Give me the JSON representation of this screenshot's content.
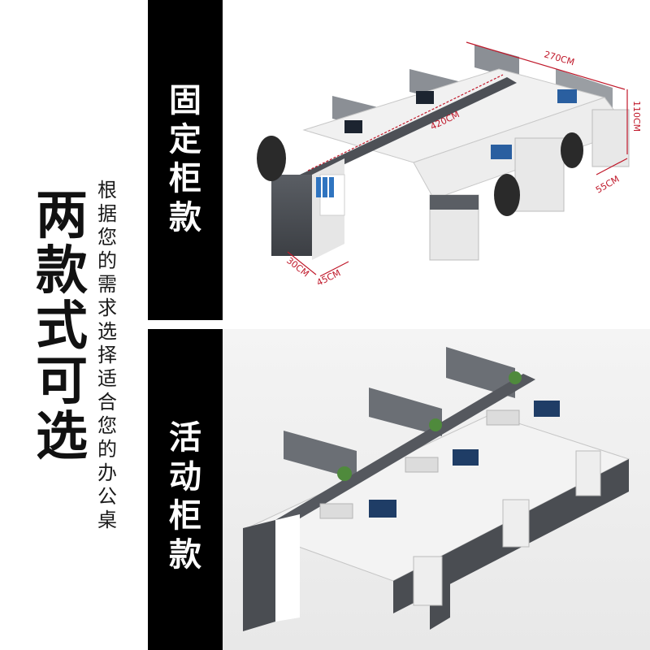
{
  "headline": [
    "两",
    "款",
    "式",
    "可",
    "选"
  ],
  "subline": [
    "根",
    "据",
    "您",
    "的",
    "需",
    "求",
    "选",
    "择",
    "适",
    "合",
    "您",
    "的",
    "办",
    "公",
    "桌"
  ],
  "variants": [
    {
      "label": [
        "固",
        "定",
        "柜",
        "款"
      ]
    },
    {
      "label": [
        "活",
        "动",
        "柜",
        "款"
      ]
    }
  ],
  "dimensions": {
    "length": "270CM",
    "diagonal": "420CM",
    "height": "110CM",
    "depth": "55CM",
    "side_a": "30CM",
    "side_b": "45CM"
  },
  "colors": {
    "accent_dim": "#c0182a",
    "frame_dark": "#4a4d52",
    "desk_top": "#f2f2f2",
    "label_bg": "#000000"
  }
}
